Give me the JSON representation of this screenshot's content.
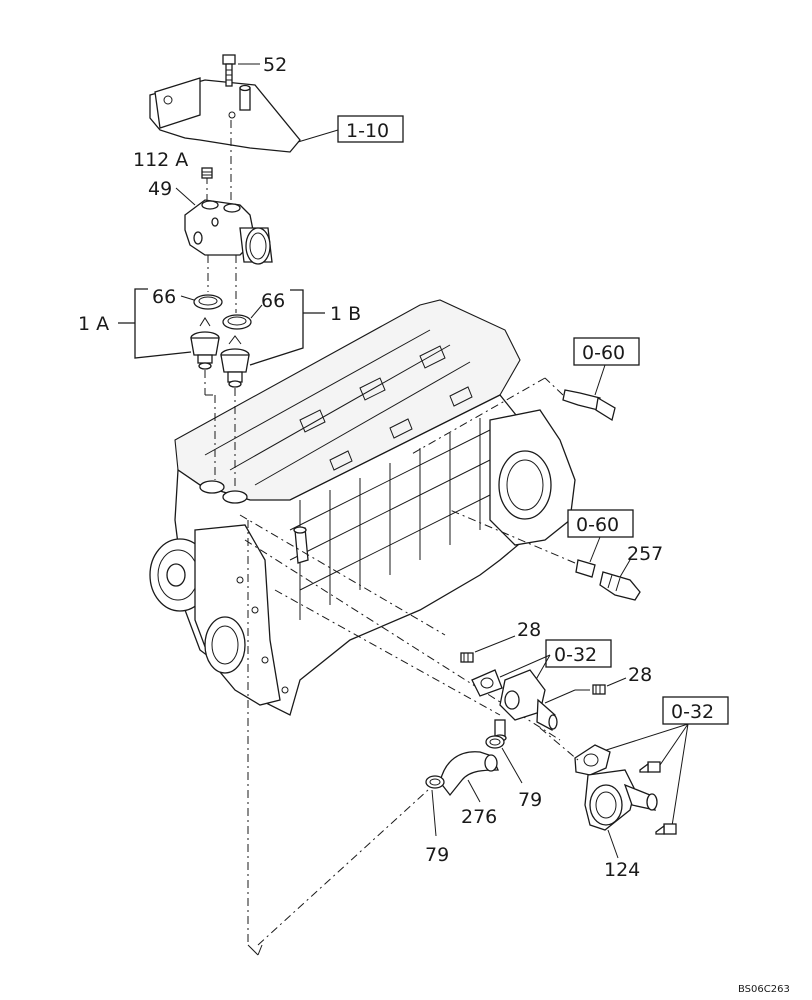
{
  "callouts": {
    "p52": "52",
    "ref_1_10": "1-10",
    "p112a": "112 A",
    "p49": "49",
    "p66_left": "66",
    "p66_right": "66",
    "group_1a": "1 A",
    "group_1b": "1 B",
    "ref_0_60_top": "0-60",
    "ref_0_60_mid": "0-60",
    "p257": "257",
    "p28_left": "28",
    "ref_0_32_mid": "0-32",
    "p28_right": "28",
    "ref_0_32_right": "0-32",
    "p79_right": "79",
    "p276": "276",
    "p79_left": "79",
    "p124": "124"
  },
  "footer": {
    "drawing_code": "BS06C263"
  }
}
